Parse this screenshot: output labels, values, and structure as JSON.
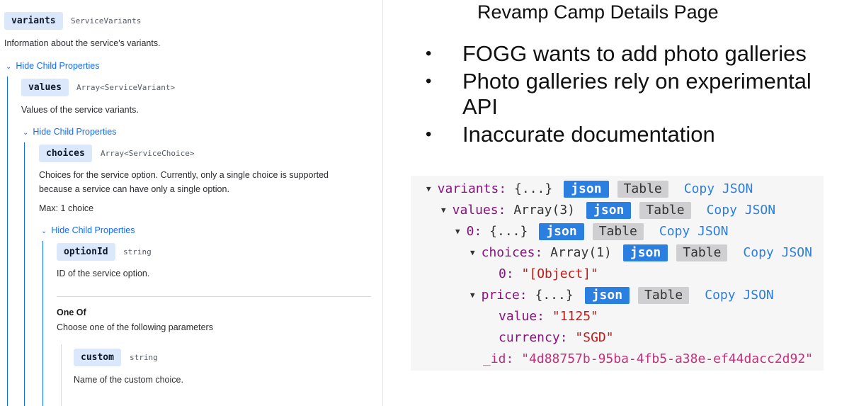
{
  "doc": {
    "variants": {
      "name": "variants",
      "type": "ServiceVariants",
      "desc": "Information about the service's variants."
    },
    "toggle_1": "Hide Child Properties",
    "values": {
      "name": "values",
      "type": "Array<ServiceVariant>",
      "desc": "Values of the service variants."
    },
    "toggle_2": "Hide Child Properties",
    "choices": {
      "name": "choices",
      "type": "Array<ServiceChoice>",
      "desc_line1": "Choices for the service option. Currently, only a single choice is supported",
      "desc_line2": "because a service can have only a single option.",
      "max": "Max: 1 choice"
    },
    "toggle_3": "Hide Child Properties",
    "optionId": {
      "name": "optionId",
      "type": "string",
      "desc": "ID of the service option."
    },
    "one_of": {
      "title": "One Of",
      "desc": "Choose one of the following parameters"
    },
    "custom": {
      "name": "custom",
      "type": "string",
      "desc": "Name of the custom choice."
    }
  },
  "slide": {
    "title": "Revamp Camp Details Page",
    "bullets": [
      "FOGG wants to add photo galleries",
      "Photo galleries rely on experimental",
      "API",
      "Inaccurate documentation"
    ]
  },
  "json_viewer": {
    "buttons": {
      "json": "json",
      "table": "Table",
      "copy": "Copy JSON"
    },
    "variants": {
      "key": "variants:",
      "summary": "{...}"
    },
    "values": {
      "key": "values:",
      "summary": "Array(3)"
    },
    "item0": {
      "key": "0:",
      "summary": "{...}"
    },
    "choices": {
      "key": "choices:",
      "summary": "Array(1)"
    },
    "choice0": {
      "key": "0:",
      "value": "\"[Object]\""
    },
    "price": {
      "key": "price:",
      "summary": "{...}"
    },
    "price_value": {
      "key": "value:",
      "value": "\"1125\""
    },
    "price_currency": {
      "key": "currency:",
      "value": "\"SGD\""
    },
    "id": {
      "key": "_id:",
      "value": "\"4d88757b-95ba-4fb5-a38e-ef44dacc2d92\""
    }
  },
  "colors": {
    "accent": "#116dff",
    "pill_bg": "#dbe8fb",
    "json_btn": "#2b7fe0"
  }
}
